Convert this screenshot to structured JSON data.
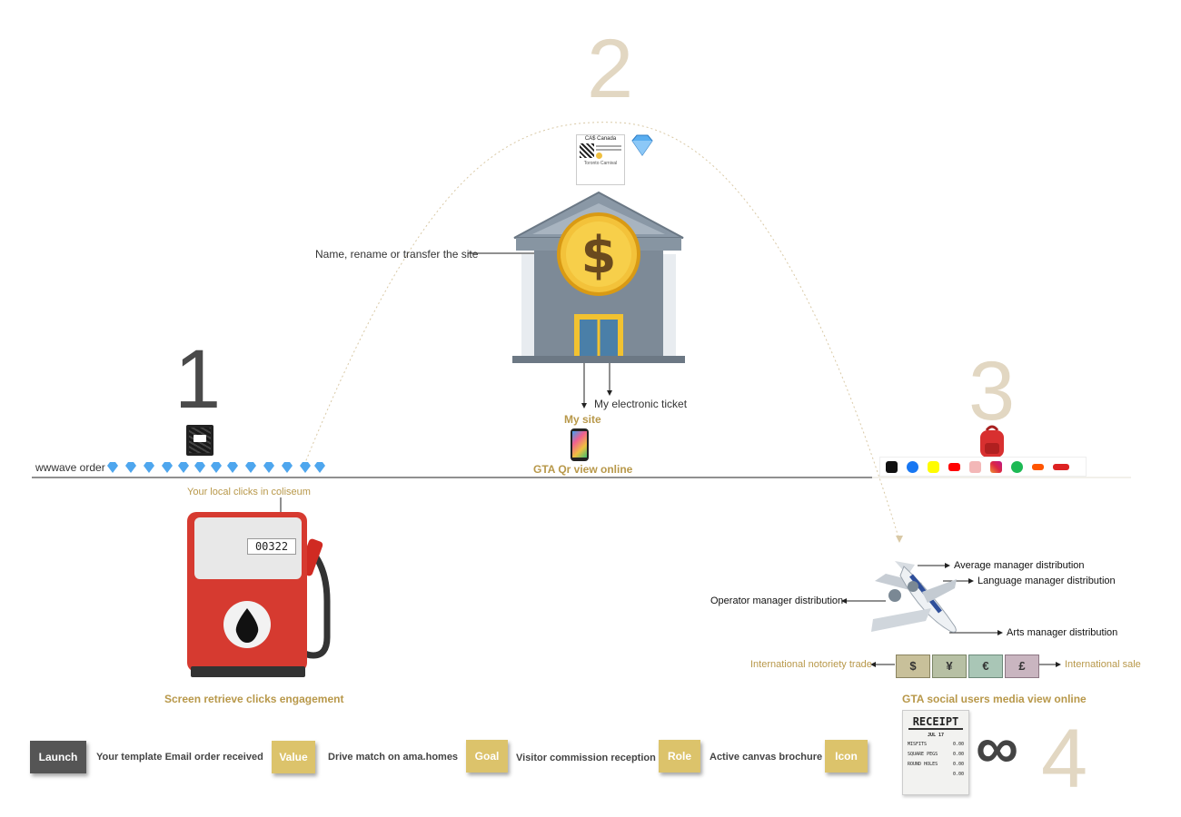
{
  "steps": {
    "one": "1",
    "two": "2",
    "three": "3",
    "four": "4"
  },
  "infinity": "∞",
  "left": {
    "order_label": "wwwave order",
    "diamond_count": 13,
    "clicks_label": "Your local clicks in coliseum",
    "pump_counter": "00322",
    "caption": "Screen retrieve clicks engagement"
  },
  "center": {
    "card_title": "CA$ Canada",
    "card_footer": "Toronto Carnival",
    "rename_label": "Name, rename or transfer the site",
    "ticket_label": "My electronic ticket",
    "mysite_label": "My site",
    "phone_caption": "GTA Qr view online"
  },
  "right": {
    "dist_average": "Average manager distribution",
    "dist_language": "Language manager distribution",
    "dist_operator": "Operator manager distribution",
    "dist_arts": "Arts manager distribution",
    "trade_label": "International notoriety trade",
    "sale_label": "International sale",
    "caption": "GTA social users media view online",
    "receipt": {
      "title": "RECEIPT",
      "date": "JUL 17",
      "rows": [
        {
          "item": "MISFITS",
          "amount": "0.00"
        },
        {
          "item": "SQUARE PEGS",
          "amount": "0.00"
        },
        {
          "item": "ROUND HOLES",
          "amount": "0.00"
        }
      ],
      "total": "0.00"
    }
  },
  "legend": [
    {
      "tag": "Launch",
      "text": "Your template Email order received"
    },
    {
      "tag": "Value",
      "text": "Drive match on ama.homes"
    },
    {
      "tag": "Goal",
      "text": "Visitor commission reception"
    },
    {
      "tag": "Role",
      "text": "Active canvas brochure"
    },
    {
      "tag": "Icon",
      "text": ""
    }
  ],
  "colors": {
    "gold": "#b8984a",
    "beige_number": "#e2d7c2",
    "dark_tag": "#555555",
    "gold_tag": "#dcc36b"
  }
}
